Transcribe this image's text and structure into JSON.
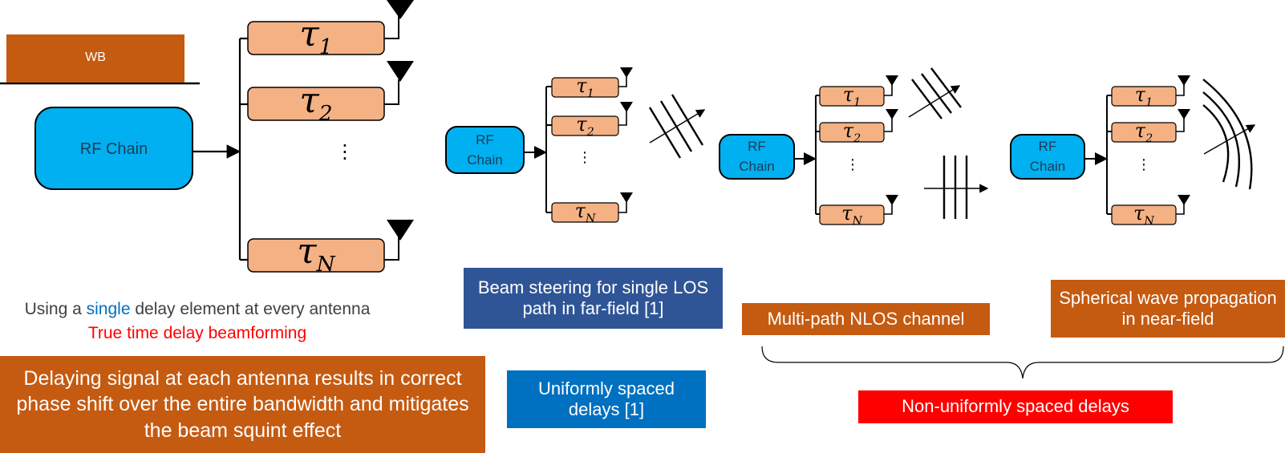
{
  "colors": {
    "rf_chain": "#00B0F0",
    "delay_block": "#F4B183",
    "orange": "#C55A11",
    "dark_blue": "#2F5597",
    "blue": "#0070C0",
    "red": "#FF0000",
    "single_word": "#0070C0",
    "black": "#000000"
  },
  "left_panel": {
    "wb_label": "WB",
    "rf_label": "RF Chain",
    "delays": [
      "τ1",
      "τ2",
      "τN"
    ],
    "ellipsis": "⋮",
    "caption": {
      "prefix": "Using a ",
      "highlight": "single",
      "suffix": " delay element at every antenna"
    },
    "ttd_caption": "True time delay beamforming",
    "summary": "Delaying signal at each antenna results in correct phase shift over the entire bandwidth and mitigates the beam squint effect"
  },
  "panels": [
    {
      "rf_line1": "RF",
      "rf_line2": "Chain",
      "delays": [
        "τ1",
        "τ2",
        "τN"
      ],
      "ellipsis": "⋮",
      "wave": "plane",
      "caption": "Beam steering for single LOS path in far-field [1]"
    },
    {
      "rf_line1": "RF",
      "rf_line2": "Chain",
      "delays": [
        "τ1",
        "τ2",
        "τN"
      ],
      "ellipsis": "⋮",
      "wave": "multipath",
      "caption": "Multi-path NLOS channel"
    },
    {
      "rf_line1": "RF",
      "rf_line2": "Chain",
      "delays": [
        "τ1",
        "τ2",
        "τN"
      ],
      "ellipsis": "⋮",
      "wave": "spherical",
      "caption": "Spherical wave propagation in near-field"
    }
  ],
  "uniform_label": "Uniformly spaced delays [1]",
  "nonuniform_label": "Non-uniformly spaced delays"
}
